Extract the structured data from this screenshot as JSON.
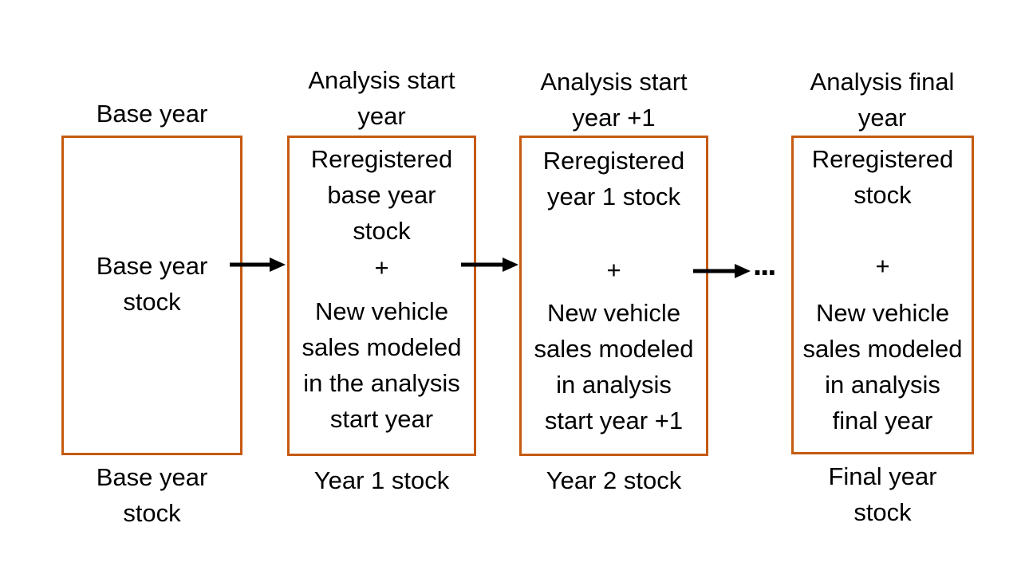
{
  "colors": {
    "box_border": "#C55A11",
    "arrow": "#000000",
    "text": "#000000"
  },
  "stages": [
    {
      "top_label": "Base year",
      "box_lines": [
        "Base year\nstock"
      ],
      "bottom_label": "Base year\nstock"
    },
    {
      "top_label": "Analysis start\nyear",
      "box_lines": [
        "Reregistered\nbase year\nstock",
        "+",
        "New vehicle\nsales modeled\nin the analysis\nstart year"
      ],
      "bottom_label": "Year 1 stock"
    },
    {
      "top_label": "Analysis start\nyear +1",
      "box_lines": [
        "Reregistered\nyear 1 stock",
        "+",
        "New vehicle\nsales modeled\nin analysis\nstart year +1"
      ],
      "bottom_label": "Year 2 stock"
    },
    {
      "top_label": "Analysis final\nyear",
      "box_lines": [
        "Reregistered\nstock",
        "+",
        "New vehicle\nsales modeled\nin analysis\nfinal year"
      ],
      "bottom_label": "Final year\nstock"
    }
  ],
  "ellipsis": "..."
}
